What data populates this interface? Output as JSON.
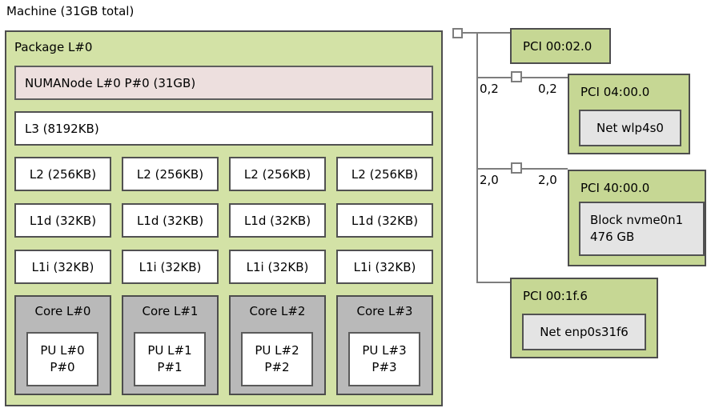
{
  "machine": {
    "title": "Machine (31GB total)"
  },
  "package": {
    "label": "Package L#0",
    "numanode": "NUMANode L#0 P#0 (31GB)",
    "l3": "L3 (8192KB)",
    "l2": [
      "L2 (256KB)",
      "L2 (256KB)",
      "L2 (256KB)",
      "L2 (256KB)"
    ],
    "l1d": [
      "L1d (32KB)",
      "L1d (32KB)",
      "L1d (32KB)",
      "L1d (32KB)"
    ],
    "l1i": [
      "L1i (32KB)",
      "L1i (32KB)",
      "L1i (32KB)",
      "L1i (32KB)"
    ],
    "cores": [
      {
        "label": "Core L#0",
        "pu_line1": "PU L#0",
        "pu_line2": "P#0"
      },
      {
        "label": "Core L#1",
        "pu_line1": "PU L#1",
        "pu_line2": "P#1"
      },
      {
        "label": "Core L#2",
        "pu_line1": "PU L#2",
        "pu_line2": "P#2"
      },
      {
        "label": "Core L#3",
        "pu_line1": "PU L#3",
        "pu_line2": "P#3"
      }
    ]
  },
  "pci_tree": {
    "nodes": [
      {
        "label": "PCI 00:02.0"
      },
      {
        "label": "PCI 04:00.0",
        "device": "Net wlp4s0",
        "link_up": "0,2",
        "link_down": "0,2"
      },
      {
        "label": "PCI 40:00.0",
        "device_line1": "Block nvme0n1",
        "device_line2": "476 GB",
        "link_up": "2,0",
        "link_down": "2,0"
      },
      {
        "label": "PCI 00:1f.6",
        "device": "Net enp0s31f6"
      }
    ]
  },
  "colors": {
    "package_green": "#d3e2a6",
    "pci_green": "#c6d794",
    "numanode_pink": "#eddfde",
    "core_gray": "#b9b9b9",
    "osdev_gray": "#e4e4e4",
    "box_border": "#4e4e4e",
    "tree_line_gray": "#7d7d7d"
  }
}
